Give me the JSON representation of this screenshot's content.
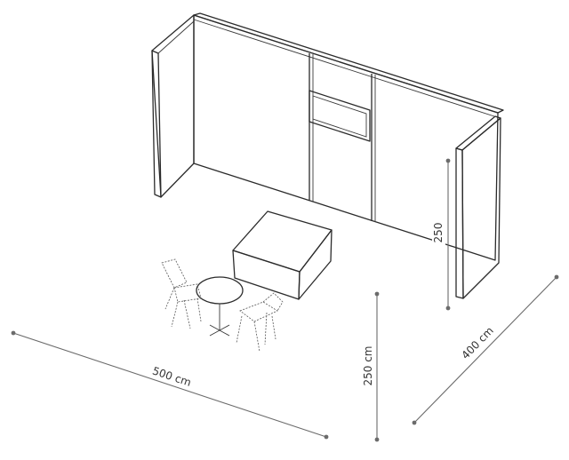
{
  "dimensions": {
    "width": {
      "label": "500 cm"
    },
    "height": {
      "label": "250 cm"
    },
    "depth": {
      "label": "400 cm"
    },
    "wall_height": {
      "label": "250"
    }
  },
  "colors": {
    "line": "#2b2b2b",
    "dimension": "#6b6b6b",
    "wall_fill": "#ffffff",
    "screen_fill": "#f2f2f2"
  }
}
